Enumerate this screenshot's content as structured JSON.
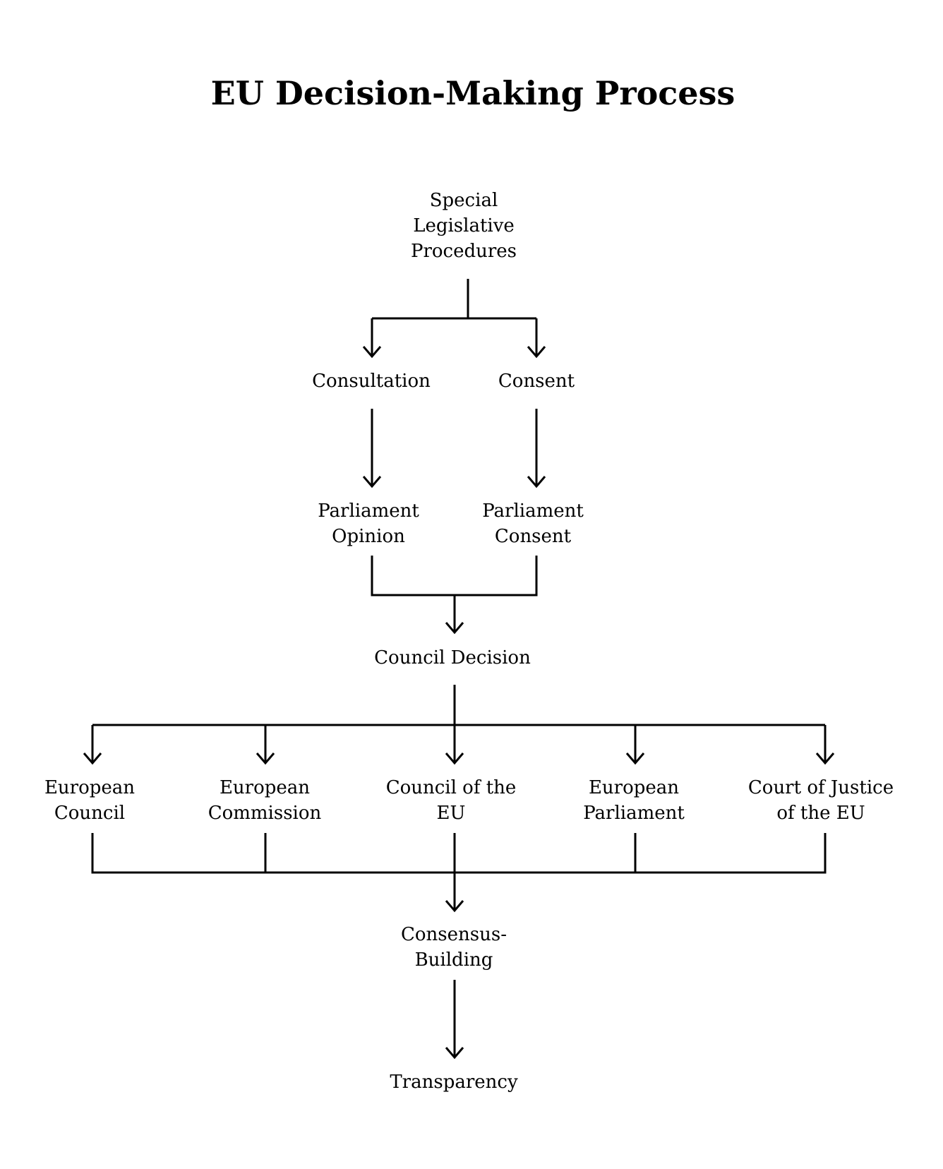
{
  "title": "EU Decision-Making Process",
  "nodes": {
    "special": [
      "Special",
      "Legislative",
      "Procedures"
    ],
    "consultation": [
      "Consultation"
    ],
    "consent": [
      "Consent"
    ],
    "parliament_opinion": [
      "Parliament",
      "Opinion"
    ],
    "parliament_consent": [
      "Parliament",
      "Consent"
    ],
    "council_decision": [
      "Council Decision"
    ],
    "european_council": [
      "European",
      "Council"
    ],
    "european_commission": [
      "European",
      "Commission"
    ],
    "council_of_eu": [
      "Council of the",
      "EU"
    ],
    "european_parliament": [
      "European",
      "Parliament"
    ],
    "court_of_justice": [
      "Court of Justice",
      "of the EU"
    ],
    "consensus_building": [
      "Consensus-",
      "Building"
    ],
    "transparency": [
      "Transparency"
    ]
  }
}
